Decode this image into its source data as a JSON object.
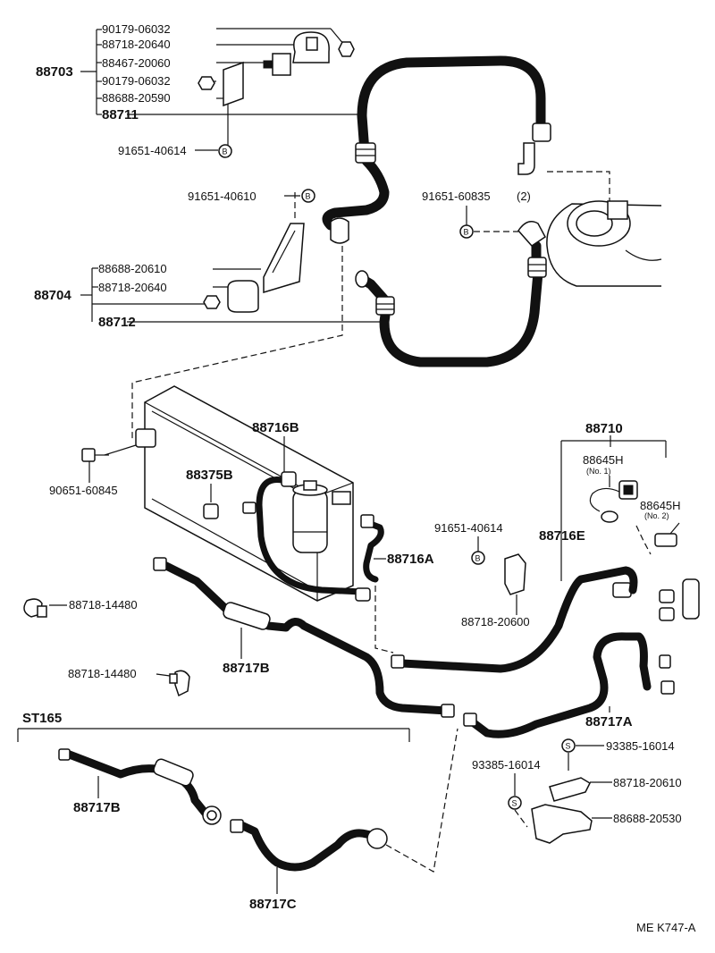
{
  "labels": {
    "p90179_06032_a": "90179-06032",
    "p88718_20640_a": "88718-20640",
    "p88467_20060": "88467-20060",
    "p90179_06032_b": "90179-06032",
    "p88688_20590": "88688-20590",
    "p88711": "88711",
    "p88703": "88703",
    "p91651_40614_a": "91651-40614",
    "p91651_40610": "91651-40610",
    "p91651_60835": "91651-60835",
    "p91651_60835_qty": "(2)",
    "p88688_20610": "88688-20610",
    "p88718_20640_b": "88718-20640",
    "p88704": "88704",
    "p88712": "88712",
    "p88716B": "88716B",
    "p88375B": "88375B",
    "p90651_60845": "90651-60845",
    "p88716A": "88716A",
    "p91651_40614_b": "91651-40614",
    "p88710": "88710",
    "p88645H_1": "88645H",
    "p88645H_1_note": "(No. 1)",
    "p88645H_2": "88645H",
    "p88645H_2_note": "(No. 2)",
    "p88716E": "88716E",
    "p88718_20600": "88718-20600",
    "p88718_14480_a": "88718-14480",
    "p88718_14480_b": "88718-14480",
    "p88717B_a": "88717B",
    "p88717A": "88717A",
    "pST165": "ST165",
    "p93385_16014_a": "93385-16014",
    "p93385_16014_b": "93385-16014",
    "p88718_20610": "88718-20610",
    "p88688_20530": "88688-20530",
    "p88717B_b": "88717B",
    "p88717C": "88717C",
    "figure_code": "ME K747-A"
  },
  "symbols": {
    "bolt_marker": "B",
    "screw_marker": "S"
  }
}
